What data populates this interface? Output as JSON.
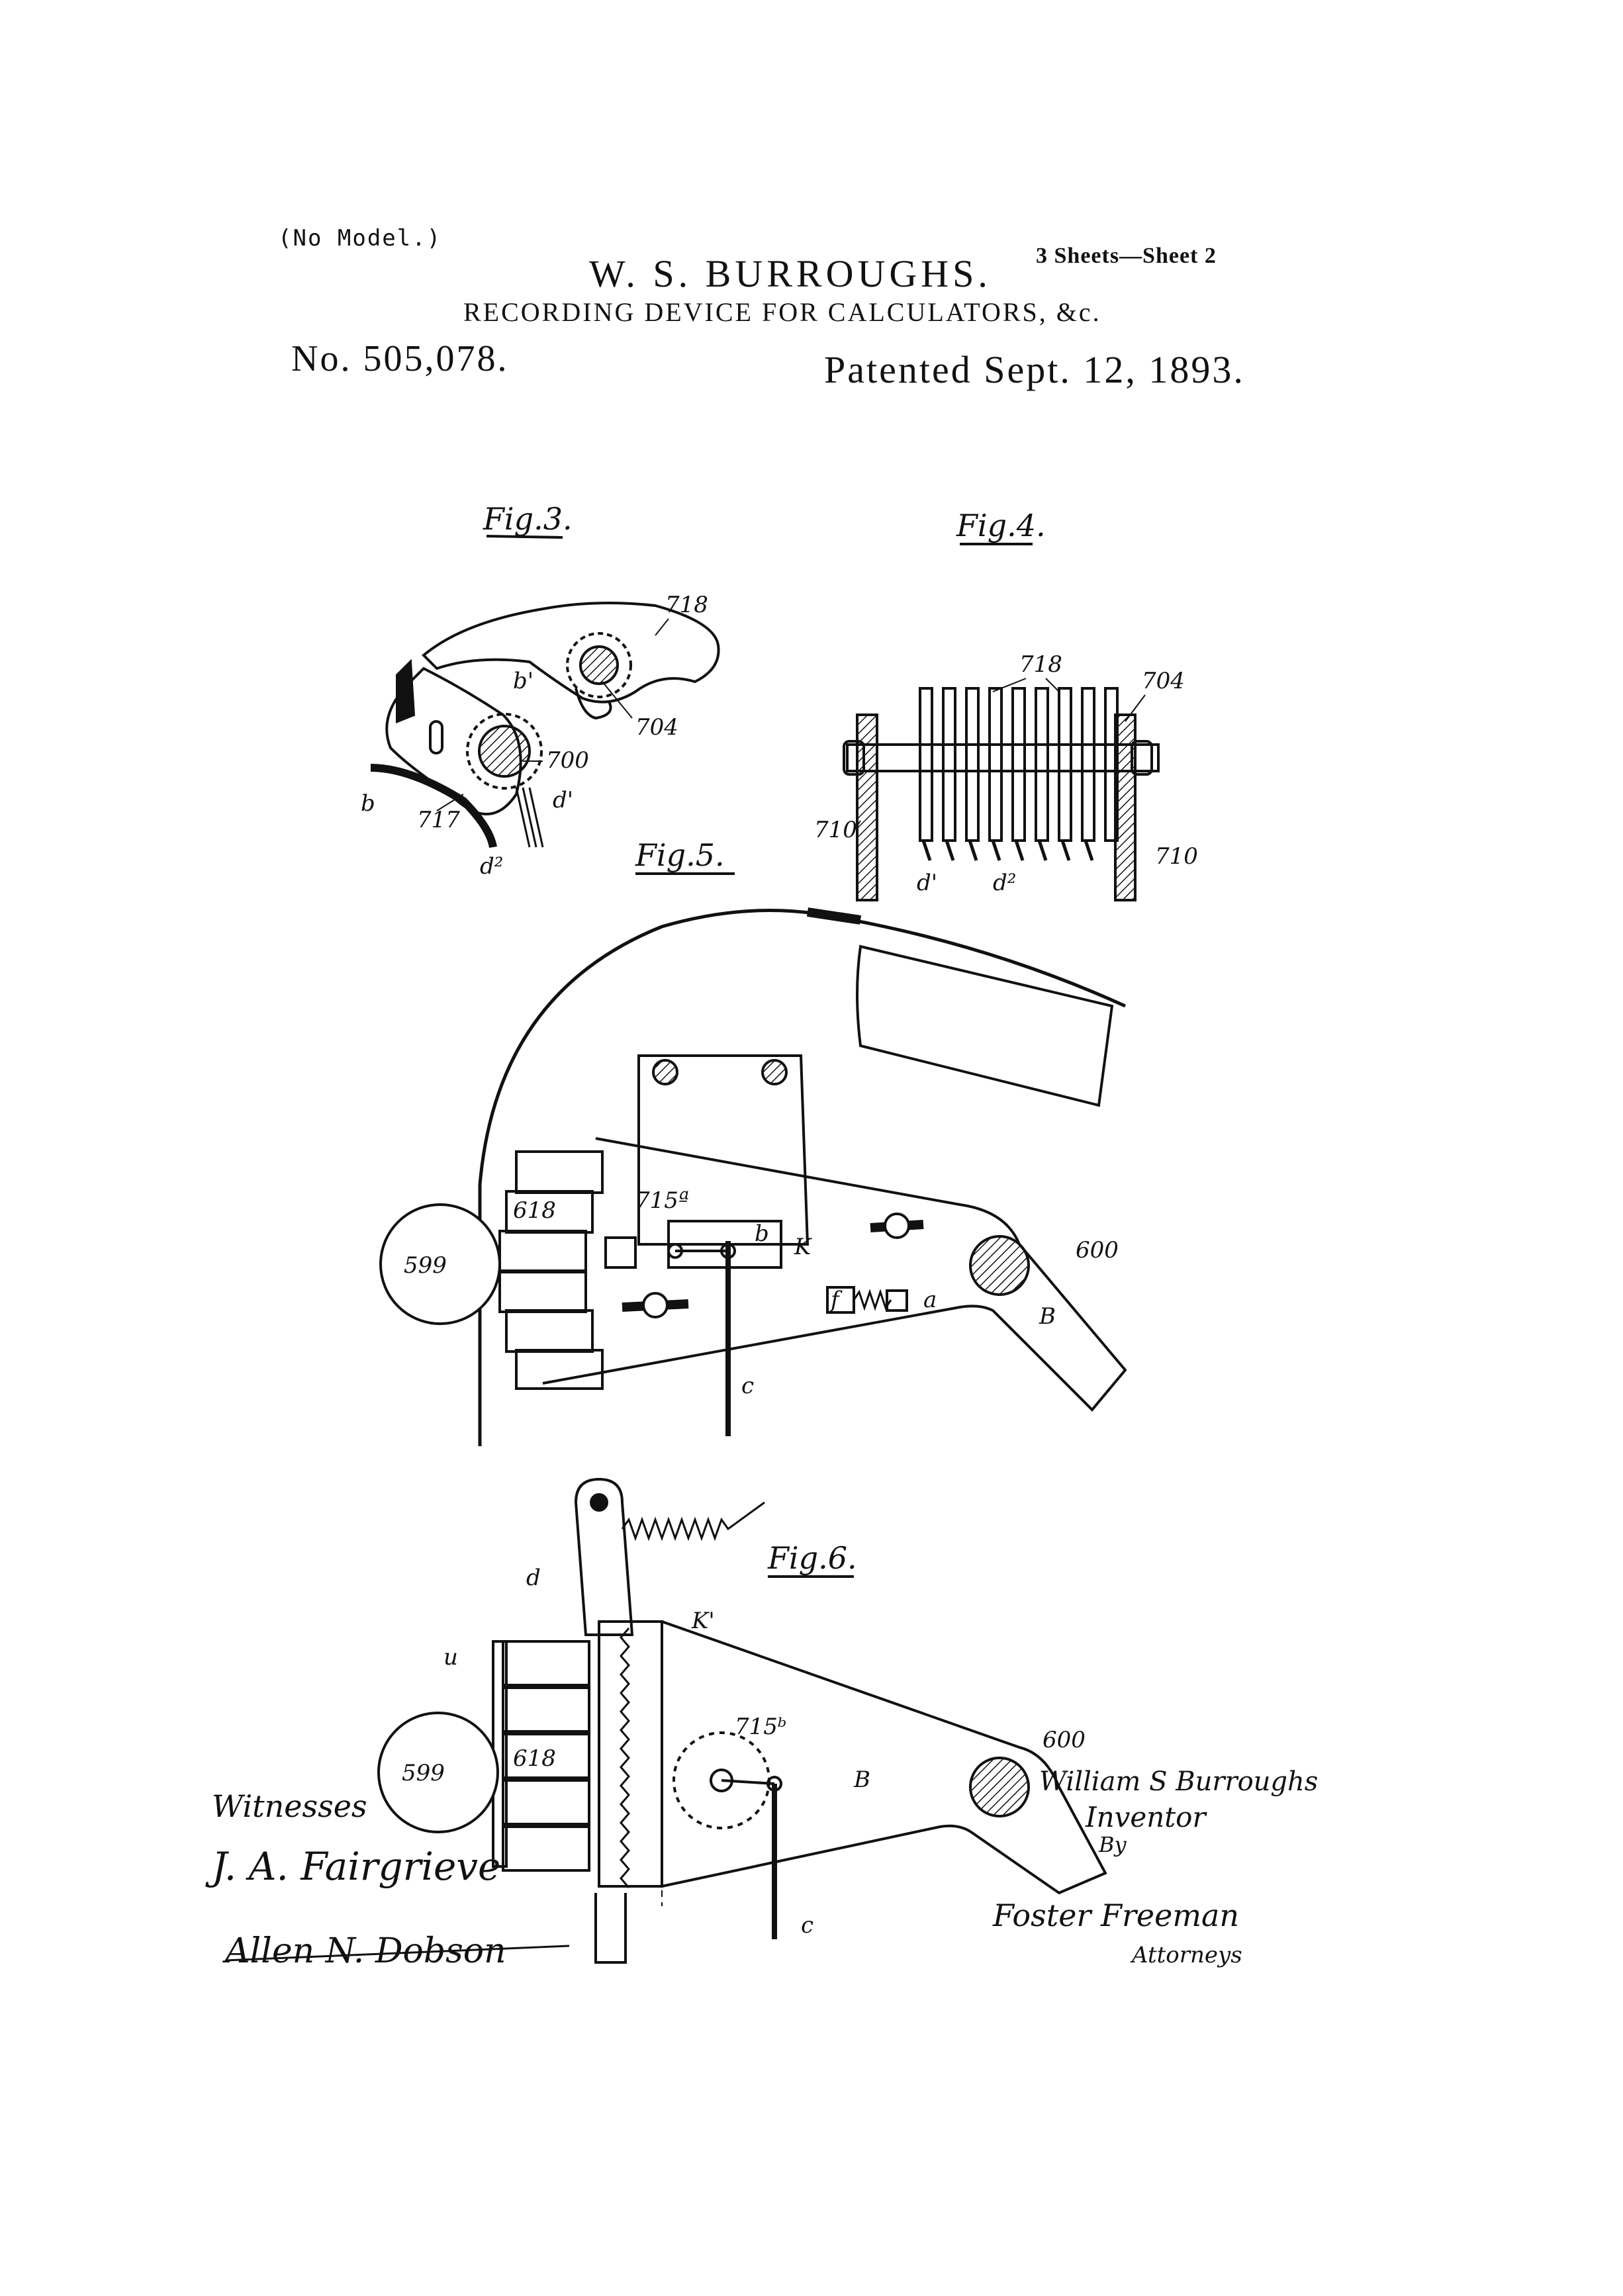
{
  "header": {
    "no_model": "(No Model.)",
    "inventor_name": "W. S. BURROUGHS.",
    "sheets": "3 Sheets—Sheet 2",
    "title": "RECORDING DEVICE FOR CALCULATORS, &c.",
    "patent_number": "No. 505,078.",
    "patented_date": "Patented Sept. 12, 1893."
  },
  "figures": {
    "fig3": {
      "title": "Fig.3.",
      "labels": [
        "718",
        "b'",
        "704",
        "700",
        "b",
        "717",
        "d'",
        "d²"
      ]
    },
    "fig4": {
      "title": "Fig.4.",
      "labels": [
        "718",
        "704",
        "710",
        "d'",
        "d²",
        "710"
      ]
    },
    "fig5": {
      "title": "Fig.5.",
      "labels": [
        "715ª",
        "b",
        "K",
        "600",
        "599",
        "618",
        "f",
        "a",
        "B",
        "c"
      ]
    },
    "fig6": {
      "title": "Fig.6.",
      "labels": [
        "d",
        "K'",
        "u",
        "715ᵇ",
        "600",
        "599",
        "618",
        "B",
        "c"
      ]
    }
  },
  "signatures": {
    "witnesses_label": "Witnesses",
    "witness_1": "J. A. Fairgrieve",
    "witness_2": "Allen N. Dobson",
    "inventor_signature": "William S Burroughs",
    "inventor_label": "Inventor",
    "by_label": "By",
    "attorney_signature": "Foster Freeman",
    "attorneys_label": "Attorneys"
  }
}
